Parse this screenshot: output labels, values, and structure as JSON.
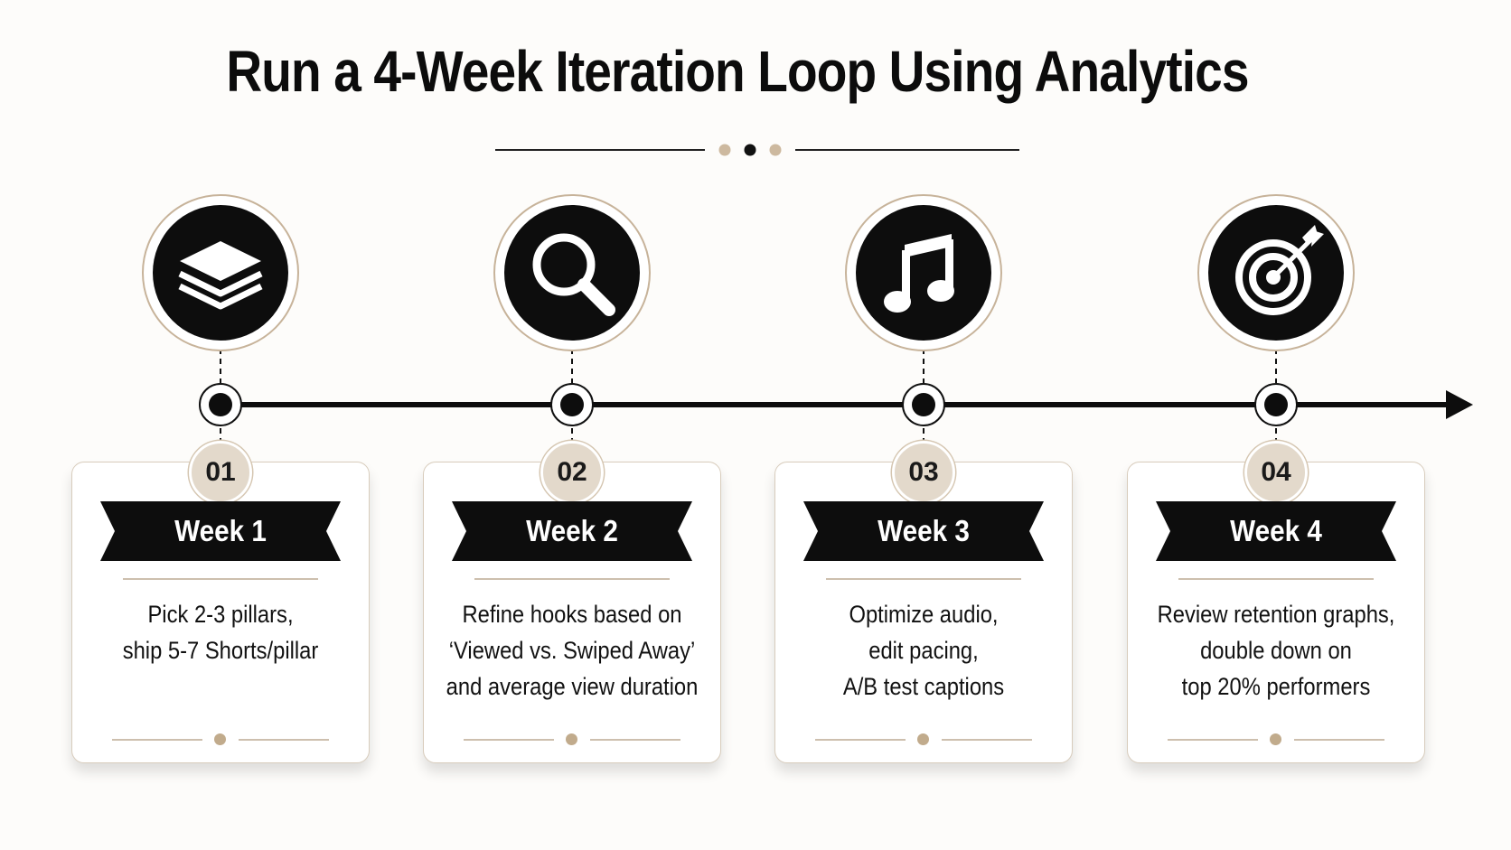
{
  "title": "Run a 4-Week Iteration Loop Using Analytics",
  "colors": {
    "dark": "#0d0d0d",
    "accent": "#c7b39a",
    "badge": "#e3d9cb"
  },
  "steps": [
    {
      "number": "01",
      "label": "Week 1",
      "icon": "layers-icon",
      "lines": [
        "Pick 2-3 pillars,",
        "ship 5-7 Shorts/pillar"
      ]
    },
    {
      "number": "02",
      "label": "Week 2",
      "icon": "magnifier-icon",
      "lines": [
        "Refine hooks based on",
        "‘Viewed vs. Swiped Away’",
        "and average view duration"
      ]
    },
    {
      "number": "03",
      "label": "Week 3",
      "icon": "music-note-icon",
      "lines": [
        "Optimize audio,",
        "edit pacing,",
        "A/B test captions"
      ]
    },
    {
      "number": "04",
      "label": "Week 4",
      "icon": "target-icon",
      "lines": [
        "Review retention graphs,",
        "double down on",
        "top 20% performers"
      ]
    }
  ]
}
